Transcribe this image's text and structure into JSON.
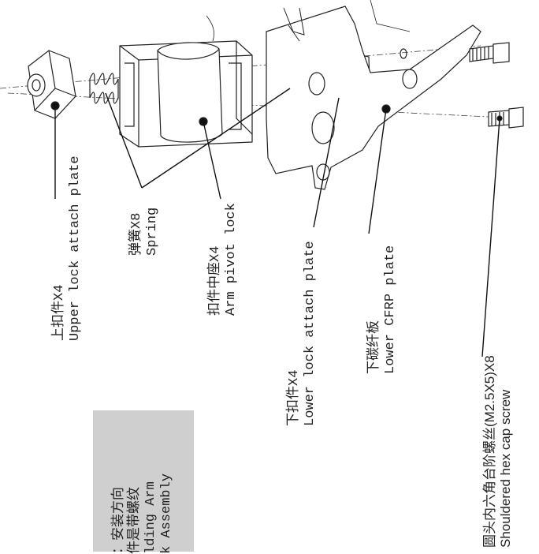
{
  "labels": {
    "upper": {
      "cn": "上扣件X4",
      "en": "Upper lock attach plate"
    },
    "spring": {
      "cn": "弹簧X8",
      "en": "Spring"
    },
    "pivot": {
      "cn": "扣件中座X4",
      "en": "Arm pivot lock"
    },
    "lower": {
      "cn": "下扣件X4",
      "en": "Lower lock attach plate"
    },
    "cfrp": {
      "cn": "下碳纤板",
      "en": "Lower CFRP plate"
    },
    "screw": {
      "cn": "圆头内六角台阶螺丝(M2.5X5)X8",
      "en": "Shouldered hex cap screw"
    }
  },
  "note": {
    "line1": "：安装方向",
    "line2": "件是带螺纹",
    "line3": "lding Arm",
    "line4": "k Assembly"
  },
  "colors": {
    "ink": "#222222",
    "note_bg": "#cfcfcf"
  }
}
